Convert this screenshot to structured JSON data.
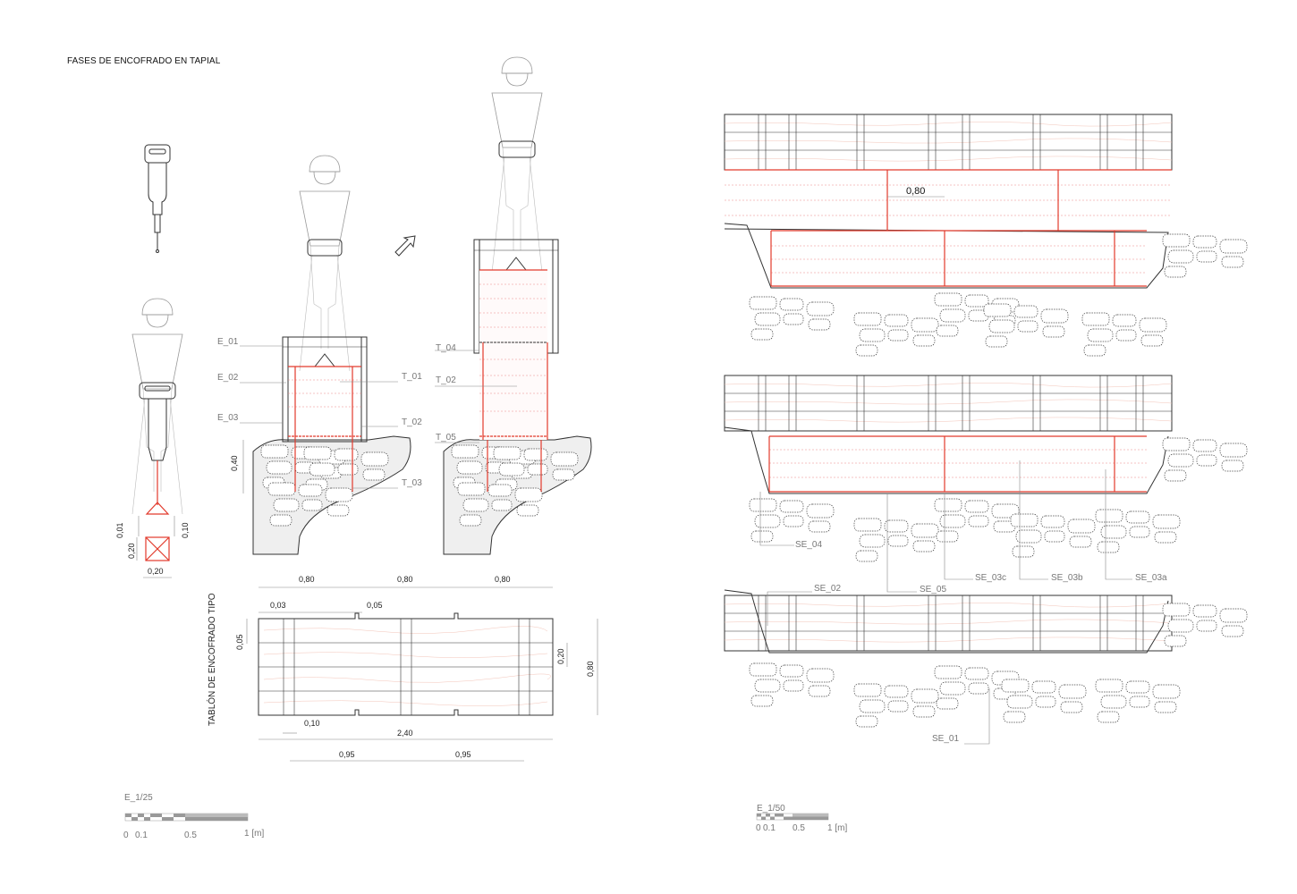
{
  "sheet": {
    "title": "FASES DE ENCOFRADO EN TAPIAL"
  },
  "left_section": {
    "labels": {
      "e01": "E_01",
      "e02": "E_02",
      "e03": "E_03",
      "t01": "T_01",
      "t02": "T_02",
      "t03": "T_03",
      "t04": "T_04",
      "t02b": "T_02",
      "t05": "T_05"
    },
    "dims": {
      "height_040": "0,40",
      "small_001": "0,01",
      "small_020v": "0,20",
      "small_010": "0,10",
      "small_020h": "0,20"
    }
  },
  "plank": {
    "title": "TABLÓN DE ENCOFRADO TIPO",
    "dims": {
      "top_1": "0,80",
      "top_2": "0,80",
      "top_3": "0,80",
      "gap_003": "0,03",
      "gap_005": "0,05",
      "left_005": "0,05",
      "right_020": "0,20",
      "right_080": "0,80",
      "bottom_010": "0,10",
      "total_240": "2,40",
      "half_1": "0,95",
      "half_2": "0,95"
    }
  },
  "scale_left": {
    "label": "E_1/25",
    "ticks": [
      "0",
      "0.1",
      "0.5",
      "1 [m]"
    ]
  },
  "right_section": {
    "dim_080": "0,80",
    "labels": {
      "se04": "SE_04",
      "se05": "SE_05",
      "se03c": "SE_03c",
      "se03b": "SE_03b",
      "se03a": "SE_03a",
      "se02": "SE_02",
      "se01": "SE_01"
    }
  },
  "scale_right": {
    "label": "E_1/50",
    "ticks": [
      "0",
      "0.1",
      "0.5",
      "1 [m]"
    ]
  },
  "colors": {
    "accent": "#e23a2c",
    "ink": "#333333",
    "ground": "#efefef"
  }
}
